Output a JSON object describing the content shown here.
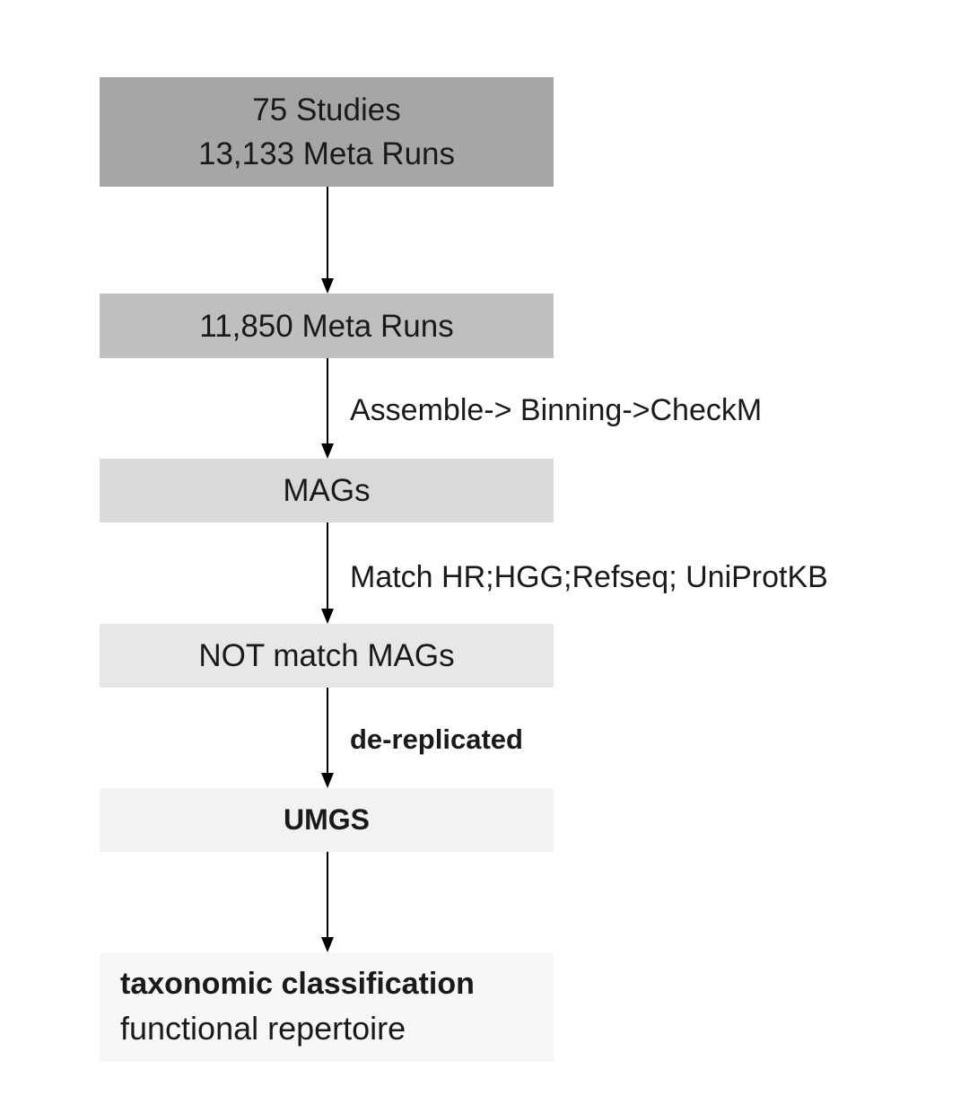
{
  "flow": {
    "boxes": [
      {
        "lines": [
          "75 Studies",
          "13,133 Meta Runs"
        ]
      },
      {
        "lines": [
          "11,850 Meta Runs"
        ]
      },
      {
        "lines": [
          "MAGs"
        ]
      },
      {
        "lines": [
          "NOT match MAGs"
        ]
      },
      {
        "lines": [
          "UMGS"
        ]
      },
      {
        "lines": [
          "taxonomic classification",
          "functional repertoire"
        ]
      }
    ],
    "step_labels": [
      "Assemble-> Binning->CheckM",
      "Match  HR;HGG;Refseq; UniProtKB",
      "de-replicated"
    ]
  },
  "colors": {
    "box_1": "#a6a6a6",
    "box_2": "#bfbfbf",
    "box_3": "#d9d9d9",
    "box_4": "#e7e7e7",
    "box_5": "#f2f2f2",
    "box_6": "#f7f7f7",
    "arrow": "#000000",
    "text": "#1a1a1a"
  }
}
